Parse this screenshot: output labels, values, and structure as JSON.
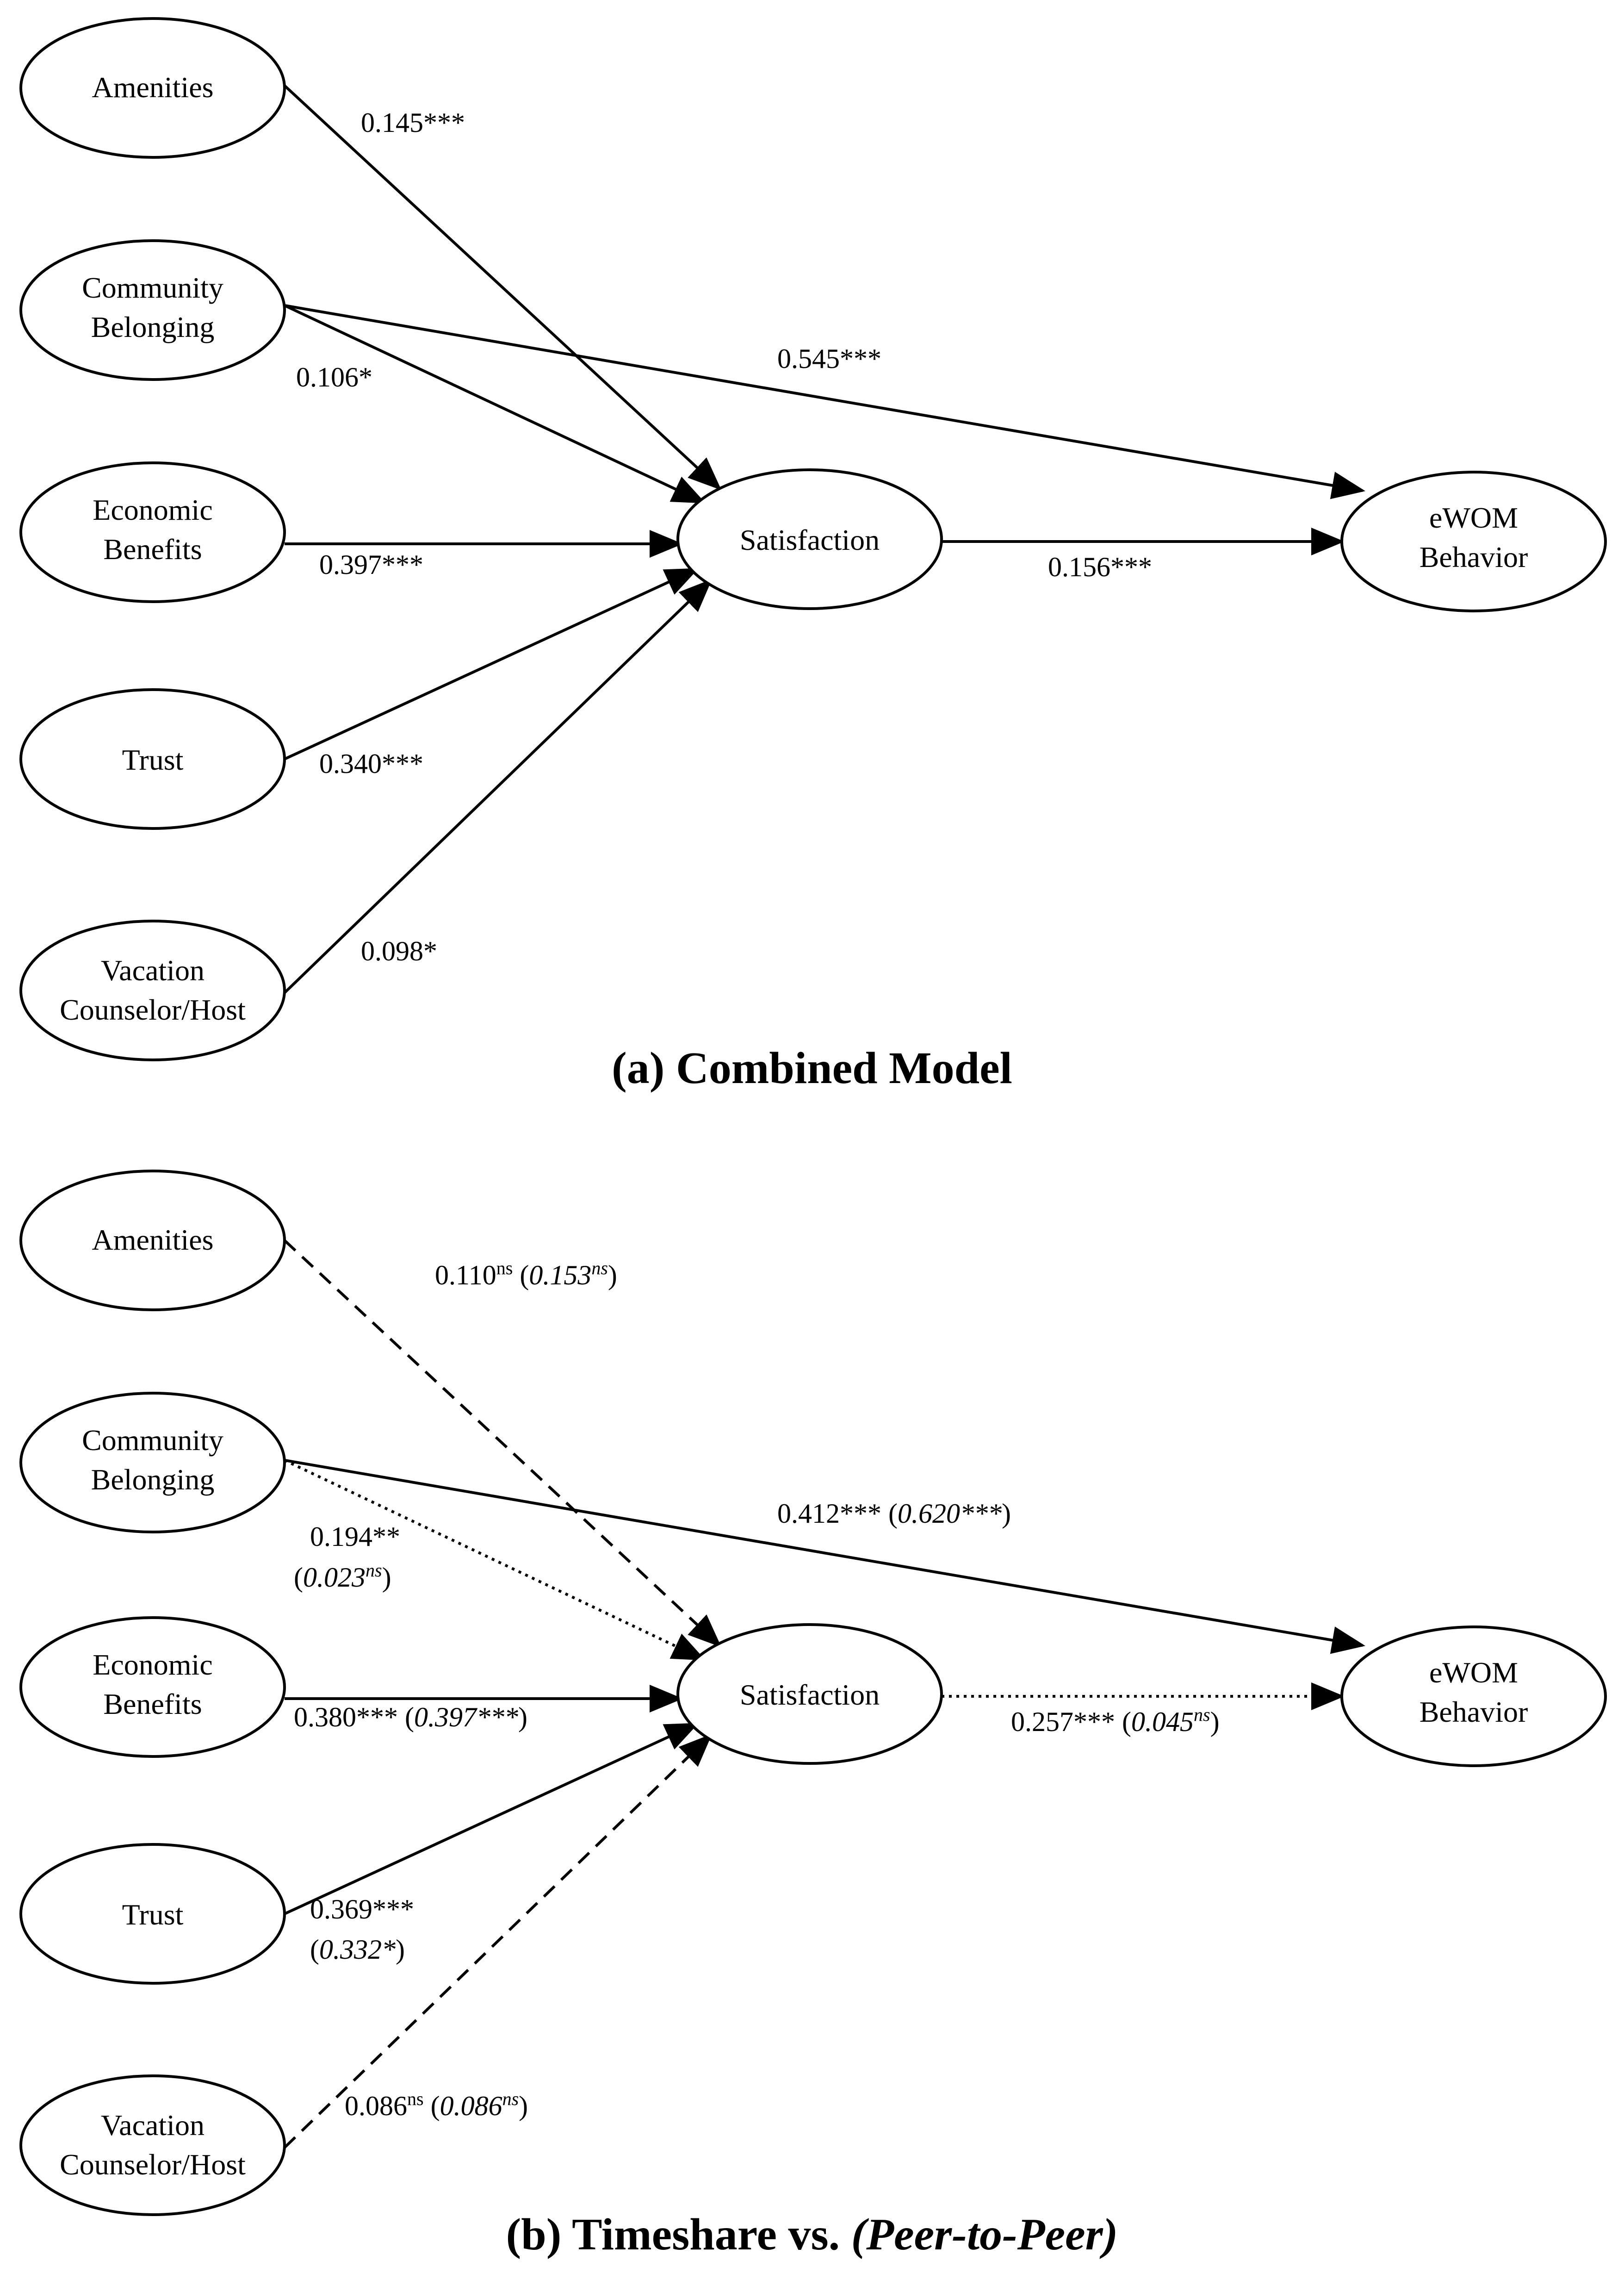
{
  "panel_a": {
    "caption": "(a) Combined Model",
    "nodes": {
      "amenities": [
        "Amenities"
      ],
      "community": [
        "Community",
        "Belonging"
      ],
      "economic": [
        "Economic",
        "Benefits"
      ],
      "trust": [
        "Trust"
      ],
      "vacation": [
        "Vacation",
        "Counselor/Host"
      ],
      "satisfaction": [
        "Satisfaction"
      ],
      "ewom": [
        "eWOM",
        "Behavior"
      ]
    },
    "paths": {
      "amenities_sat": "0.145***",
      "community_sat": "0.106*",
      "community_ewom": "0.545***",
      "economic_sat": "0.397***",
      "trust_sat": "0.340***",
      "vacation_sat": "0.098*",
      "sat_ewom": "0.156***"
    }
  },
  "panel_b": {
    "caption_main": "(b) Timeshare vs. ",
    "caption_italic": "(Peer-to-Peer)",
    "nodes": {
      "amenities": [
        "Amenities"
      ],
      "community": [
        "Community",
        "Belonging"
      ],
      "economic": [
        "Economic",
        "Benefits"
      ],
      "trust": [
        "Trust"
      ],
      "vacation": [
        "Vacation",
        "Counselor/Host"
      ],
      "satisfaction": [
        "Satisfaction"
      ],
      "ewom": [
        "eWOM",
        "Behavior"
      ]
    },
    "paths": {
      "amenities_sat": {
        "value": "0.110",
        "sig": "ns",
        "alt_value": "0.153",
        "alt_sig": "ns"
      },
      "community_sat": {
        "value": "0.194**",
        "alt_value": "0.023",
        "alt_sig": "ns"
      },
      "community_ewom": {
        "value": "0.412***",
        "alt_value": "0.620***"
      },
      "economic_sat": {
        "value": "0.380***",
        "alt_value": "0.397***"
      },
      "trust_sat": {
        "value": "0.369***",
        "alt_value": "0.332*"
      },
      "vacation_sat": {
        "value": "0.086",
        "sig": "ns",
        "alt_value": "0.086",
        "alt_sig": "ns"
      },
      "sat_ewom": {
        "value": "0.257***",
        "alt_value": "0.045",
        "alt_sig": "ns"
      }
    }
  }
}
